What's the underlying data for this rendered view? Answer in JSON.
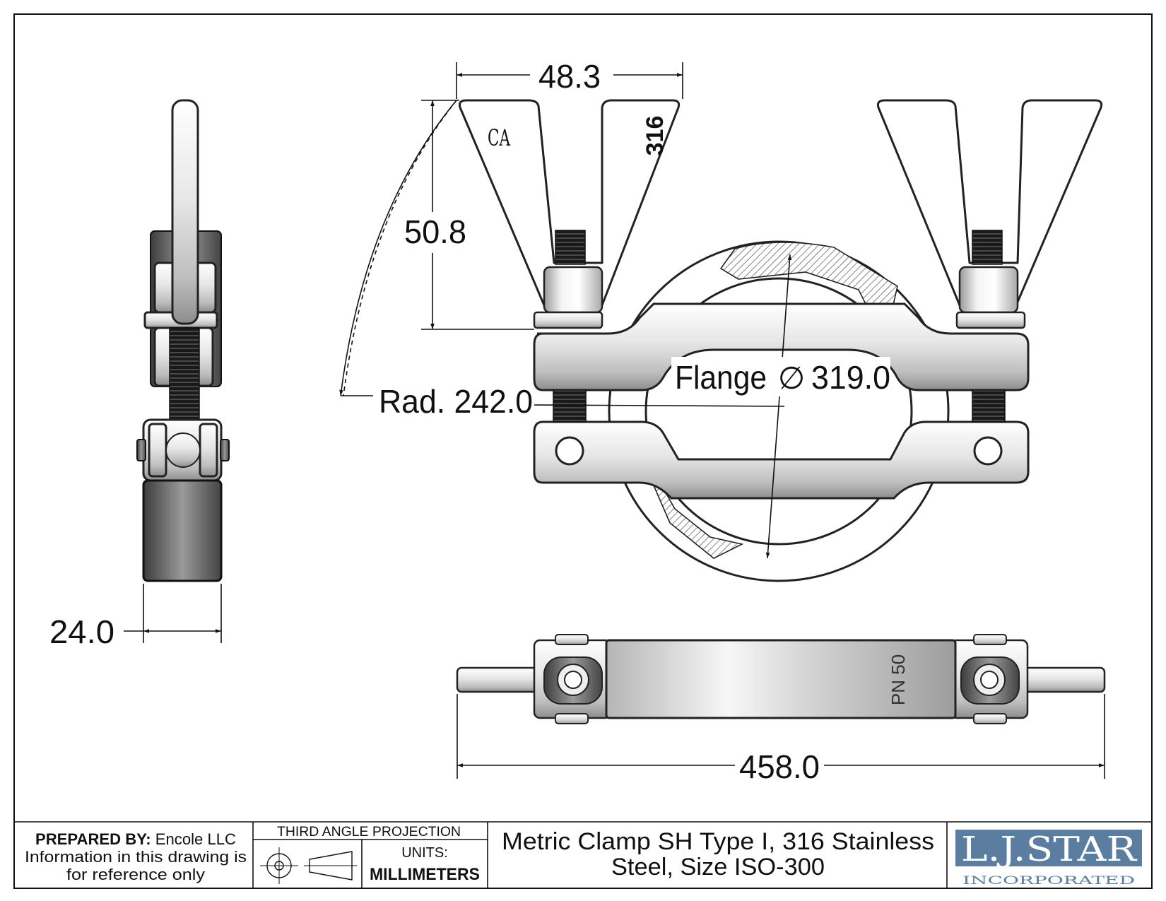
{
  "dimensions": {
    "wing_width": "48.3",
    "wing_height": "50.8",
    "radius": "Rad. 242.0",
    "flange_label": "Flange",
    "flange_symbol": "∅",
    "flange_value": "319.0",
    "thickness": "24.0",
    "overall_length": "458.0"
  },
  "part_markings": {
    "material": "316",
    "logo": "CA",
    "pressure": "PN 50"
  },
  "title_block": {
    "prepared_by_label": "PREPARED BY:",
    "prepared_by_value": "Encole LLC",
    "note_line1": "Information in this drawing is",
    "note_line2": "for reference only",
    "projection": "THIRD ANGLE PROJECTION",
    "units_label": "UNITS:",
    "units_value": "MILLIMETERS",
    "title_line1": "Metric Clamp SH Type I, 316 Stainless",
    "title_line2": "Steel, Size ISO-300",
    "logo_main": "L.J.STAR",
    "logo_sub": "INCORPORATED"
  },
  "colors": {
    "logo_blue": "#5b7da0",
    "steel_light": "#f2f2f2",
    "steel_dark": "#6a6a6a"
  }
}
